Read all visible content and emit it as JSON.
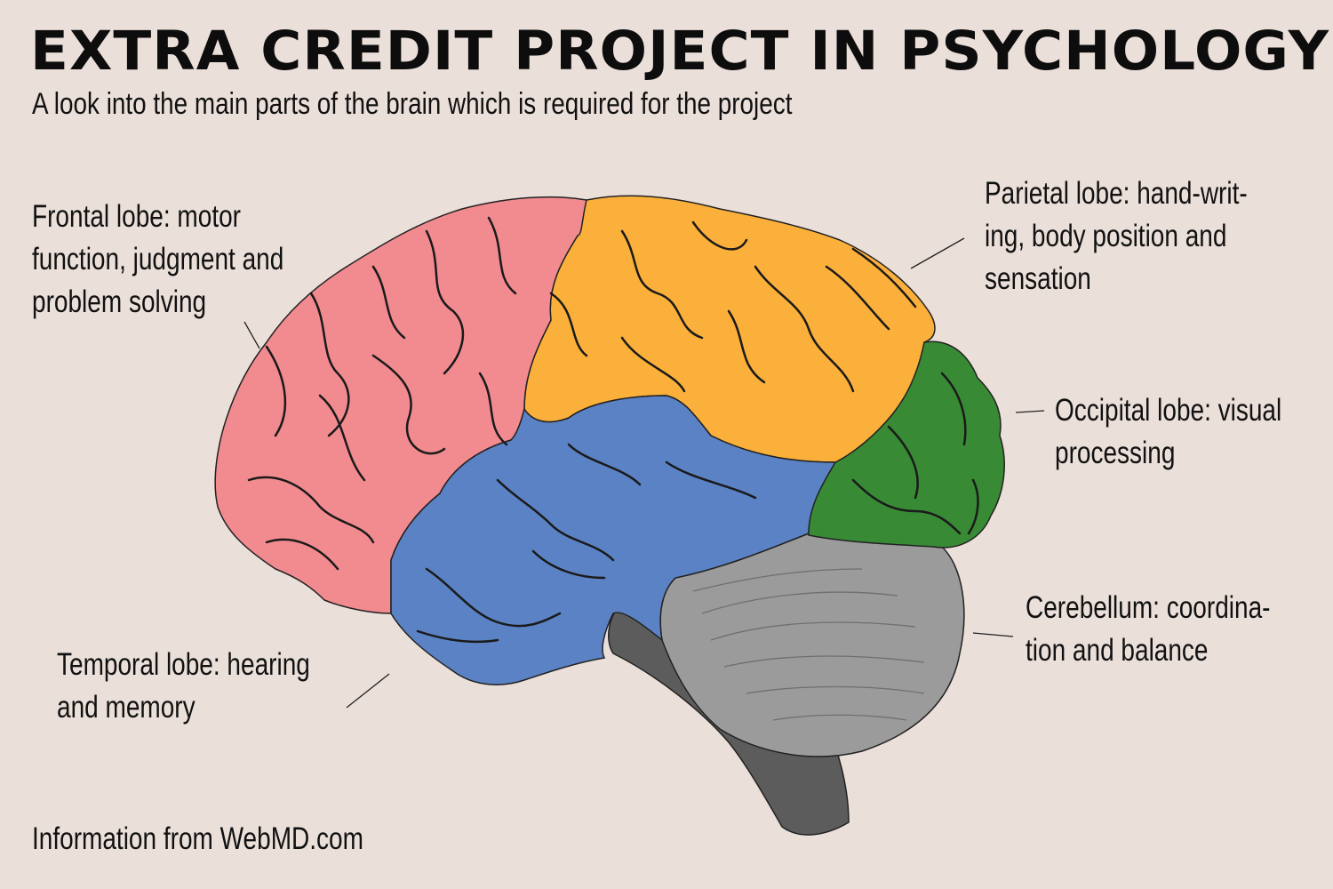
{
  "title": "EXTRA CREDIT PROJECT IN PSYCHOLOGY",
  "subtitle": "A look into the main parts of the brain which is required for the project",
  "labels": {
    "frontal": [
      "Frontal lobe: motor",
      "function, judgment and",
      "problem solving"
    ],
    "parietal": [
      "Parietal lobe: hand-writ-",
      "ing, body position and",
      "sensation"
    ],
    "occipital": [
      "Occipital lobe: visual",
      "processing"
    ],
    "cerebellum": [
      "Cerebellum: coordina-",
      "tion and balance"
    ],
    "temporal": [
      "Temporal lobe: hearing",
      "and memory"
    ]
  },
  "source": "Information from WebMD.com",
  "colors": {
    "background": "#ebdfda",
    "frontal": "#f28b8f",
    "parietal": "#fbb03b",
    "temporal": "#5b82c4",
    "occipital": "#388a35",
    "cerebellum": "#9b9b9b",
    "brainstem": "#5c5c5c"
  }
}
